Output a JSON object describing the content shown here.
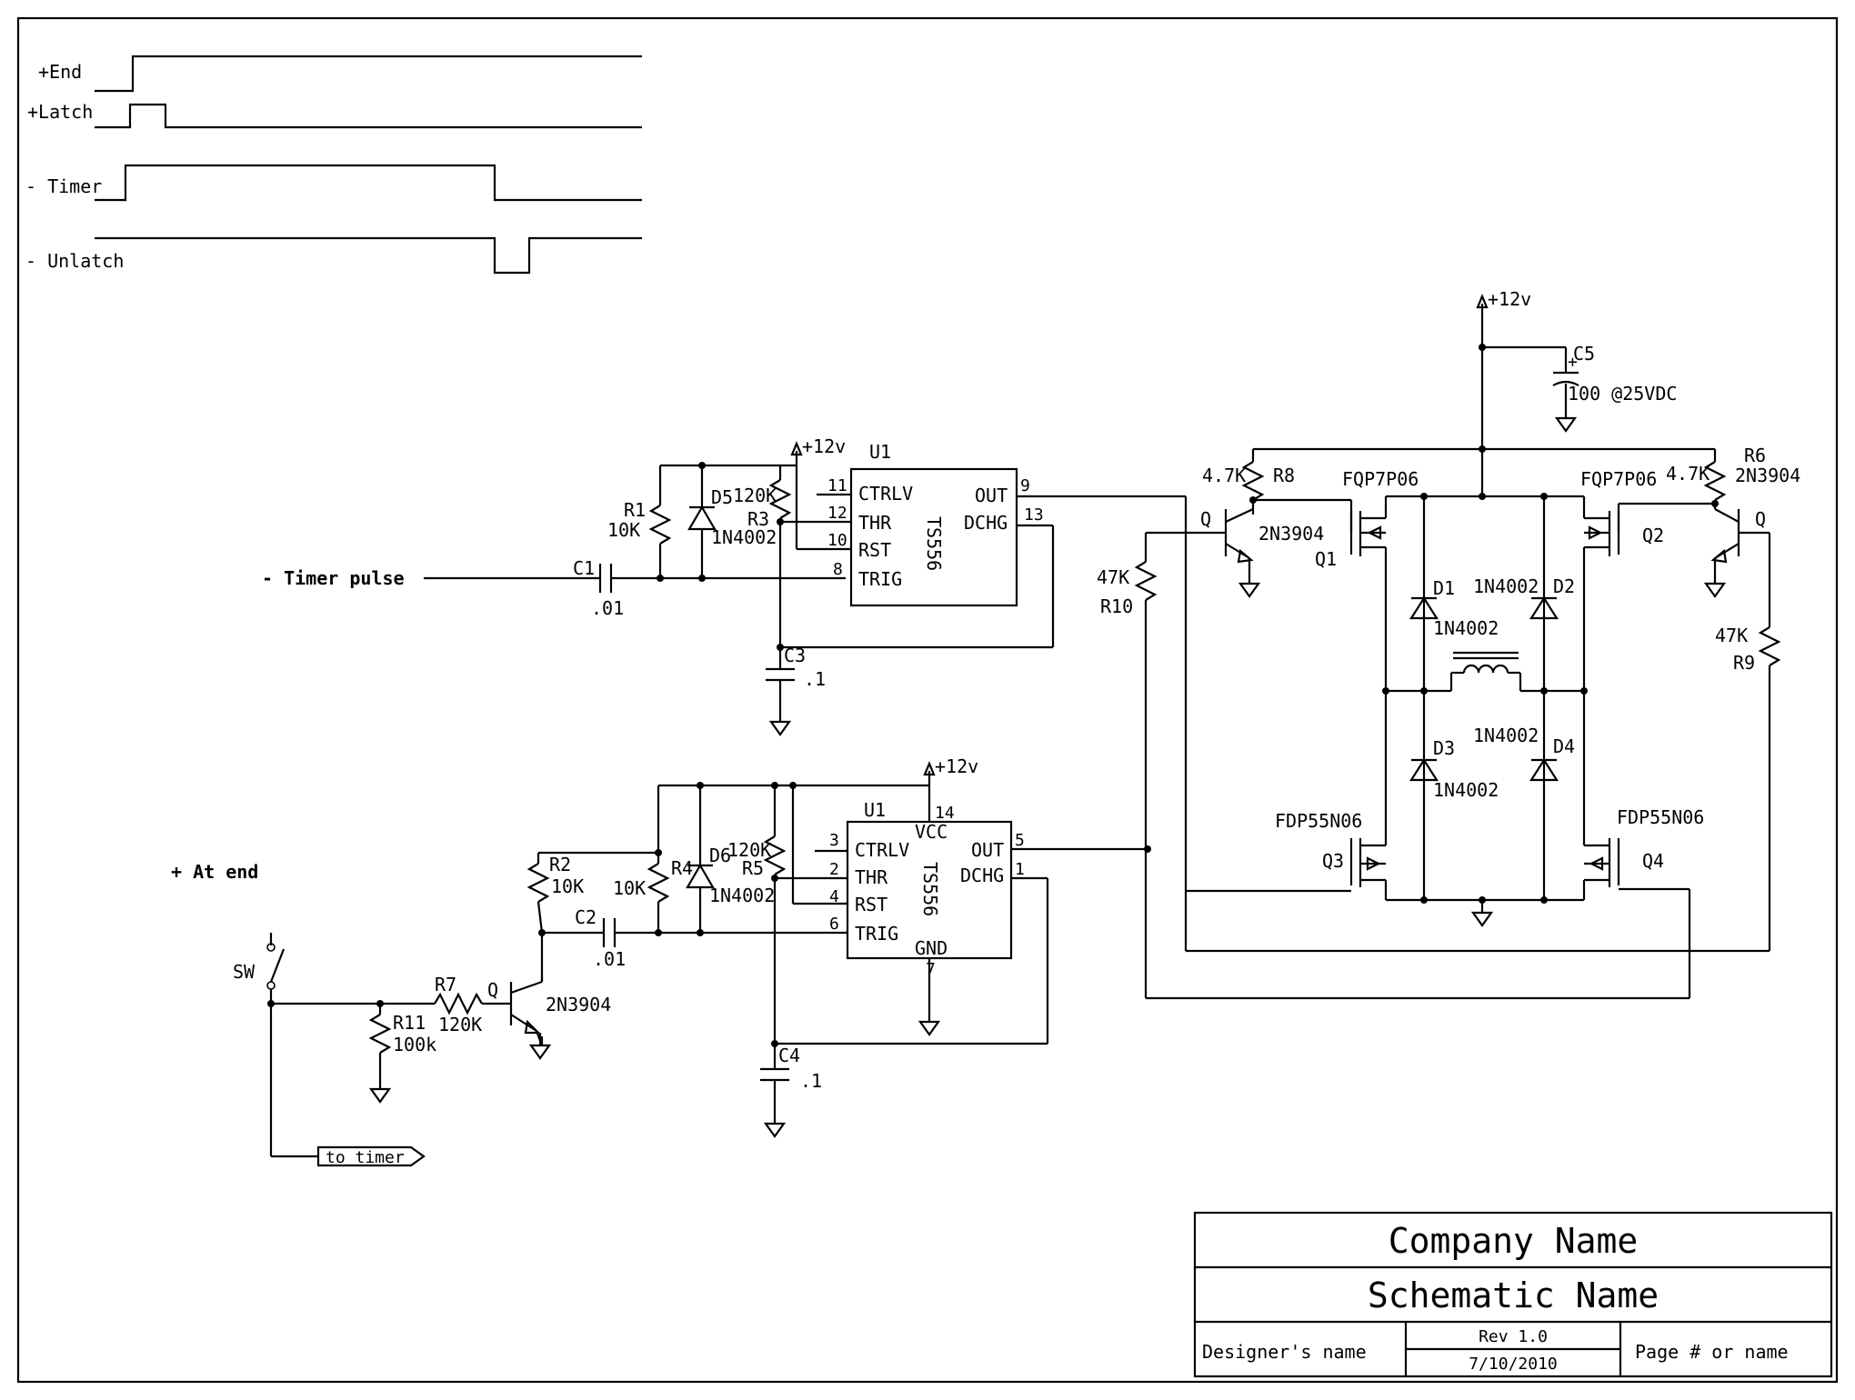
{
  "timing": {
    "end": "+End",
    "latch": "+Latch",
    "timer": "- Timer",
    "unlatch": "- Unlatch"
  },
  "labels": {
    "timer_pulse": "- Timer pulse",
    "at_end": "+ At end",
    "sw": "SW",
    "to_timer": "to timer",
    "supply": "+12v"
  },
  "u1_top": {
    "ref": "U1",
    "part": "TS556",
    "pins": {
      "ctrlv": "CTRLV",
      "thr": "THR",
      "rst": "RST",
      "trig": "TRIG",
      "out": "OUT",
      "dchg": "DCHG"
    },
    "pin_numbers": {
      "ctrlv": "11",
      "thr": "12",
      "rst": "10",
      "trig": "8",
      "out": "9",
      "dchg": "13"
    }
  },
  "u1_bottom": {
    "ref": "U1",
    "part": "TS556",
    "pins": {
      "vcc": "VCC",
      "ctrlv": "CTRLV",
      "thr": "THR",
      "rst": "RST",
      "trig": "TRIG",
      "out": "OUT",
      "dchg": "DCHG",
      "gnd": "GND"
    },
    "pin_numbers": {
      "vcc": "14",
      "ctrlv": "3",
      "thr": "2",
      "rst": "4",
      "trig": "6",
      "out": "5",
      "dchg": "1",
      "gnd": "7"
    }
  },
  "components": {
    "r1": {
      "ref": "R1",
      "value": "10K"
    },
    "r2": {
      "ref": "R2",
      "value": "10K"
    },
    "r3": {
      "ref": "R3",
      "value": "120K"
    },
    "r4": {
      "ref": "R4",
      "value": "10K"
    },
    "r5": {
      "ref": "R5",
      "value": "120K"
    },
    "r6": {
      "ref": "R6",
      "value": "4.7K"
    },
    "r7": {
      "ref": "R7",
      "value": "120K"
    },
    "r8": {
      "ref": "R8",
      "value": "4.7K"
    },
    "r9": {
      "ref": "R9",
      "value": "47K"
    },
    "r10": {
      "ref": "R10",
      "value": "47K"
    },
    "r11": {
      "ref": "R11",
      "value": "100k"
    },
    "c1": {
      "ref": "C1",
      "value": ".01"
    },
    "c2": {
      "ref": "C2",
      "value": ".01"
    },
    "c3": {
      "ref": "C3",
      "value": ".1"
    },
    "c4": {
      "ref": "C4",
      "value": ".1"
    },
    "c5": {
      "ref": "C5",
      "value": "100 @25VDC"
    },
    "d1": {
      "ref": "D1",
      "value": "1N4002"
    },
    "d2": {
      "ref": "D2",
      "value": "1N4002"
    },
    "d3": {
      "ref": "D3",
      "value": "1N4002"
    },
    "d4": {
      "ref": "D4",
      "value": "1N4002"
    },
    "d5": {
      "ref": "D5",
      "value": "1N4002"
    },
    "d6": {
      "ref": "D6",
      "value": "1N4002"
    },
    "q1": {
      "ref": "Q1",
      "value": "FQP7P06"
    },
    "q2": {
      "ref": "Q2",
      "value": "FQP7P06"
    },
    "q3": {
      "ref": "Q3",
      "value": "FDP55N06"
    },
    "q4": {
      "ref": "Q4",
      "value": "FDP55N06"
    },
    "q_left": {
      "ref": "Q",
      "value": "2N3904"
    },
    "q_right": {
      "ref": "Q",
      "value": "2N3904"
    },
    "q_sw": {
      "ref": "Q",
      "value": "2N3904"
    }
  },
  "title_block": {
    "company": "Company Name",
    "schematic": "Schematic Name",
    "designer": "Designer's name",
    "rev": "Rev 1.0",
    "date": "7/10/2010",
    "page": "Page # or name"
  }
}
